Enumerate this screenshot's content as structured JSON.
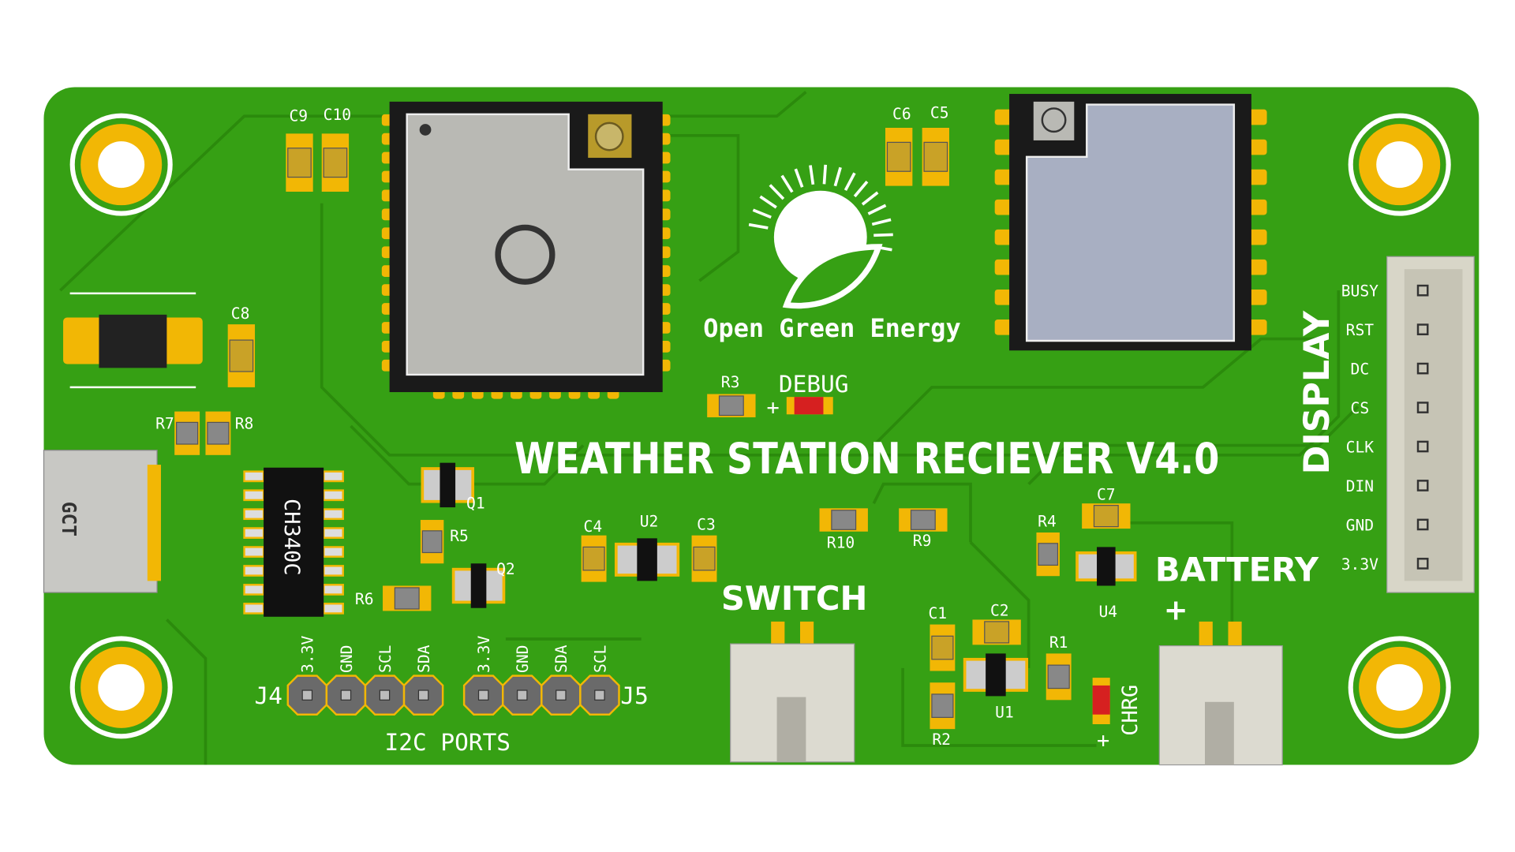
{
  "board": {
    "title": "WEATHER STATION RECIEVER V4.0",
    "logo_text": "Open Green Energy",
    "colors": {
      "board": "#36a014",
      "trace": "#2b8a0c",
      "pad": "#f2b705",
      "silk": "#ffffff",
      "module": "#b9b9b4",
      "module2": "#a8afc2"
    },
    "ch340": "CH340C",
    "usb_brand": "GCT",
    "debug": "DEBUG",
    "debug_plus": "+",
    "display_label": "DISPLAY",
    "display_pins": [
      "BUSY",
      "RST",
      "DC",
      "CS",
      "CLK",
      "DIN",
      "GND",
      "3.3V"
    ],
    "switch_label": "SWITCH",
    "battery_label": "BATTERY",
    "battery_plus": "+",
    "chrg_label": "CHRG",
    "chrg_plus": "+",
    "i2c_label": "I2C PORTS",
    "j4": "J4",
    "j5": "J5",
    "j4_pins": [
      "3.3V",
      "GND",
      "SCL",
      "SDA"
    ],
    "j5_pins": [
      "3.3V",
      "GND",
      "SDA",
      "SCL"
    ],
    "refs": {
      "C9": "C9",
      "C10": "C10",
      "C6": "C6",
      "C5": "C5",
      "C8": "C8",
      "R7": "R7",
      "R8": "R8",
      "R3": "R3",
      "Q1": "Q1",
      "R5": "R5",
      "Q2": "Q2",
      "R6": "R6",
      "C4": "C4",
      "U2": "U2",
      "C3": "C3",
      "R10": "R10",
      "R9": "R9",
      "R4": "R4",
      "C7": "C7",
      "U4": "U4",
      "C1": "C1",
      "C2": "C2",
      "R1": "R1",
      "U1": "U1",
      "R2": "R2"
    }
  }
}
